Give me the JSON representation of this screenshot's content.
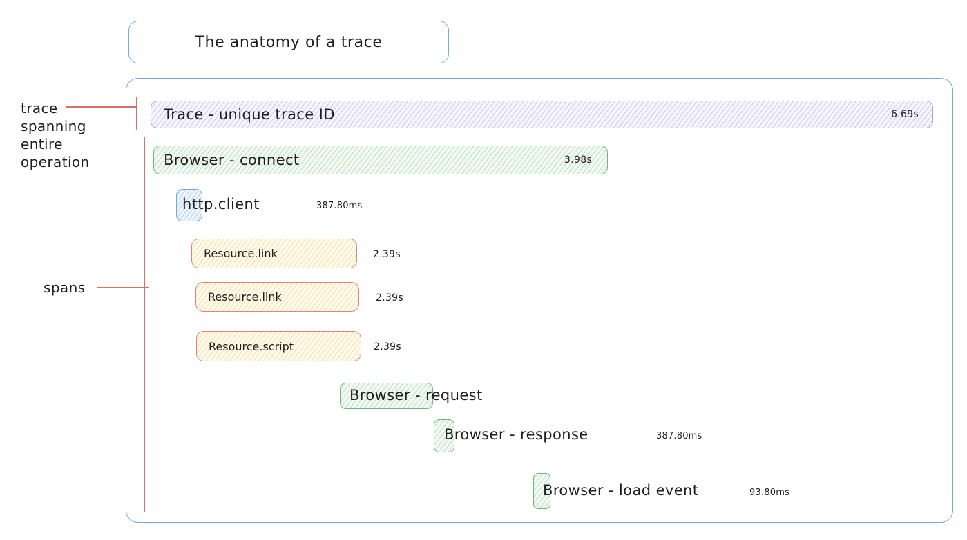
{
  "title": "The anatomy of a trace",
  "annotations": {
    "trace_label_lines": [
      "trace",
      "spanning",
      "entire",
      "operation"
    ],
    "spans_label": "spans"
  },
  "trace": {
    "label": "Trace - unique trace ID",
    "duration": "6.69s"
  },
  "spans": [
    {
      "name": "Browser - connect",
      "duration": "3.98s",
      "color": "green"
    },
    {
      "name": "http.client",
      "duration": "387.80ms",
      "color": "blue"
    },
    {
      "name": "Resource.link",
      "duration": "2.39s",
      "color": "yellow"
    },
    {
      "name": "Resource.link",
      "duration": "2.39s",
      "color": "yellow"
    },
    {
      "name": "Resource.script",
      "duration": "2.39s",
      "color": "yellow"
    },
    {
      "name": "Browser - request",
      "color": "green"
    },
    {
      "name": "Browser - response",
      "duration": "387.80ms",
      "color": "green"
    },
    {
      "name": "Browser - load event",
      "duration": "93.80ms",
      "color": "green"
    }
  ],
  "colors": {
    "blue": "#74a8e4",
    "trace-border": "#8cb2ea",
    "green": "#6cb97d",
    "red-border": "#e4837a",
    "red-line": "#dd6f66",
    "violet-fill": "#d9d0f4",
    "green-fill": "#d9f1de",
    "yellow-fill": "#fbf0cf",
    "blue-fill": "#d9e8f9"
  }
}
